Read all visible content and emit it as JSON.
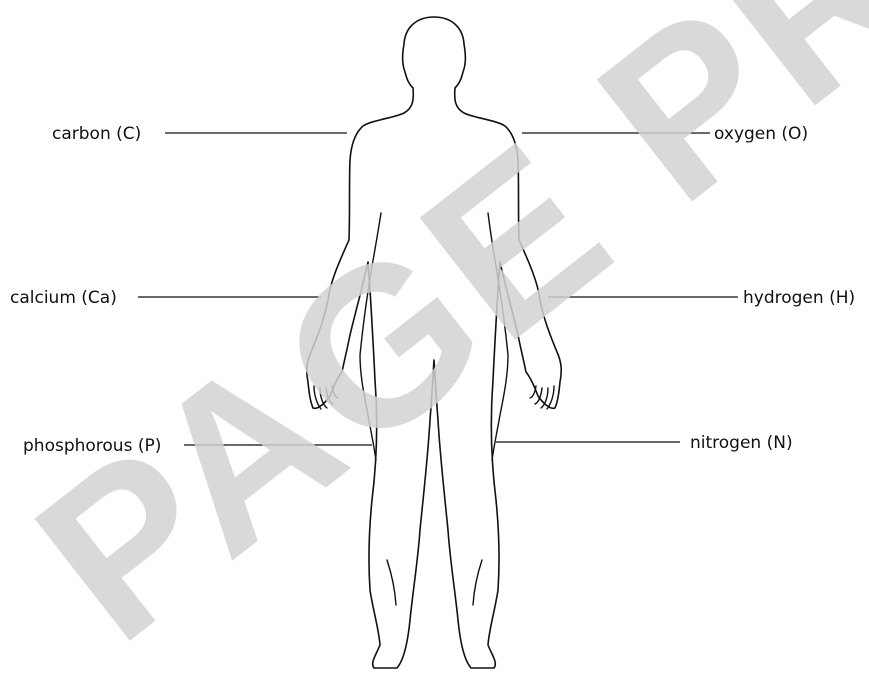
{
  "labels": {
    "carbon": "carbon (C)",
    "calcium": "calcium (Ca)",
    "phosphorous": "phosphorous (P)",
    "oxygen": "oxygen (O)",
    "hydrogen": "hydrogen (H)",
    "nitrogen": "nitrogen (N)"
  },
  "watermark": "PAGE PROOF",
  "colors": {
    "line": "#111111",
    "watermark": "#d2d2d2",
    "background": "#ffffff"
  }
}
